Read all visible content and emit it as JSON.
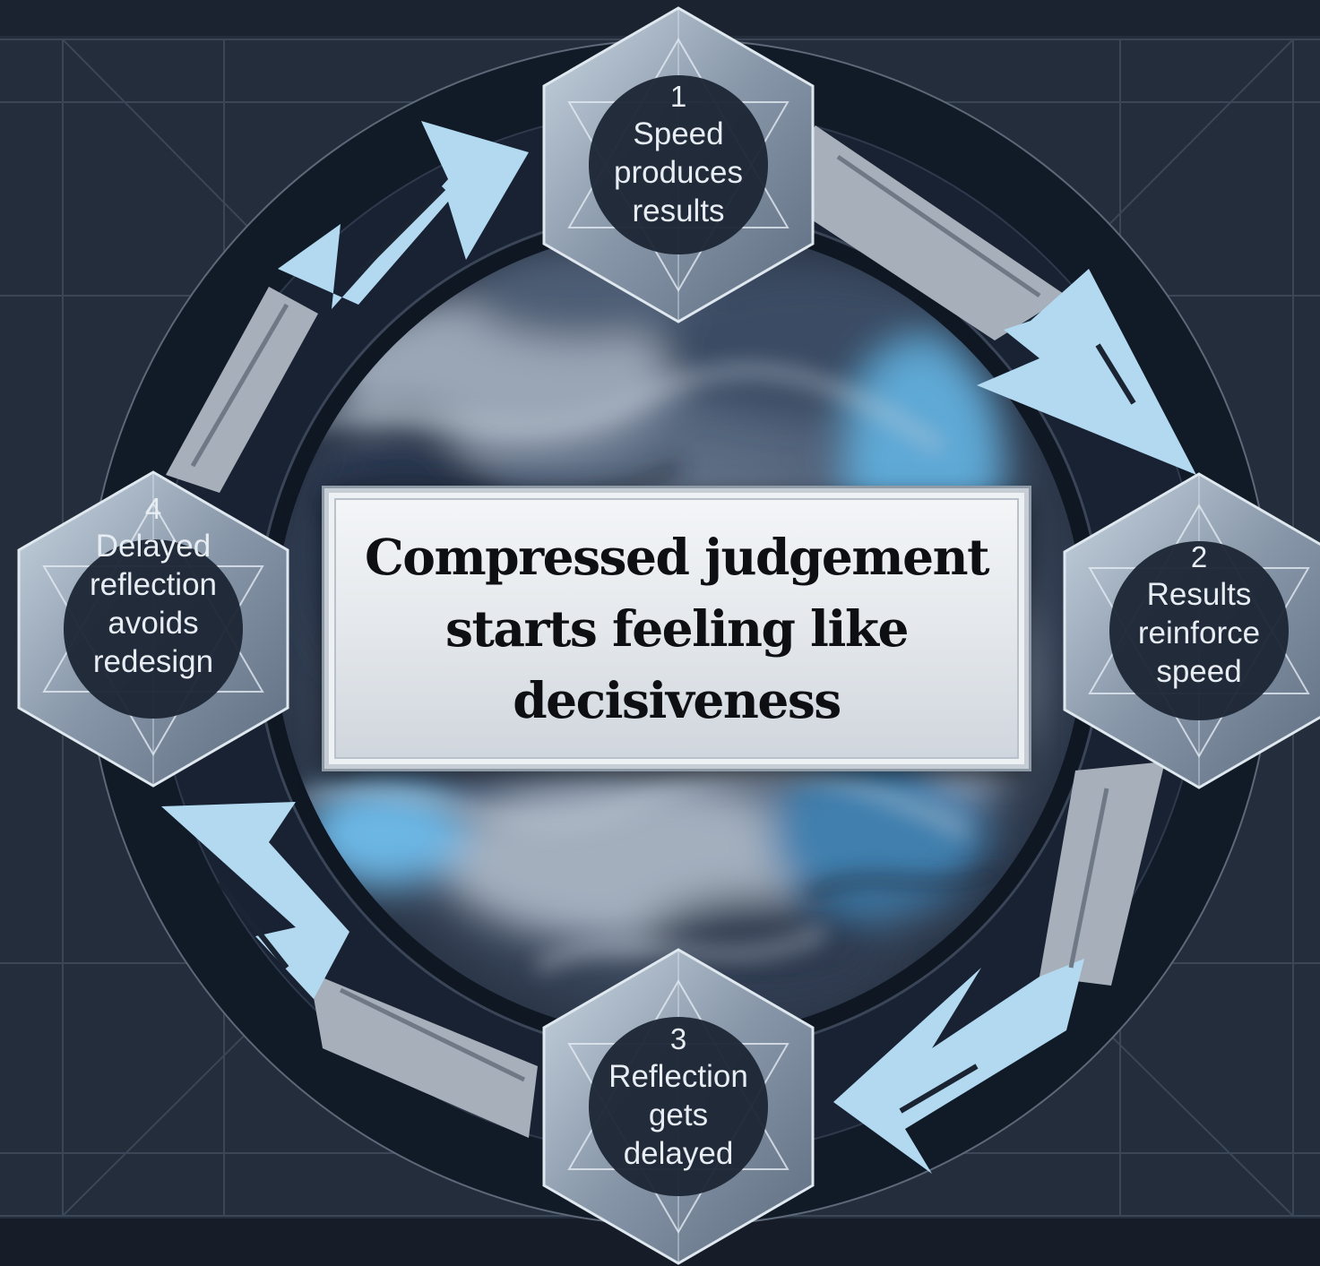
{
  "title": "Compressed judgement starts feeling like decisiveness",
  "nodes": [
    {
      "number": "1",
      "lines": [
        "Speed",
        "produces",
        "results"
      ]
    },
    {
      "number": "2",
      "lines": [
        "Results",
        "reinforce",
        "speed"
      ]
    },
    {
      "number": "3",
      "lines": [
        "Reflection",
        "gets",
        "delayed"
      ]
    },
    {
      "number": "4",
      "lines": [
        "Delayed",
        "reflection",
        "avoids",
        "redesign"
      ]
    }
  ],
  "colors": {
    "background": "#1f2836",
    "ring": "#121b29",
    "arrow_light": "#b2d9f0",
    "arrow_grey": "#a2aab5",
    "node_face": "#1b2534",
    "text": "#e8edf4"
  }
}
